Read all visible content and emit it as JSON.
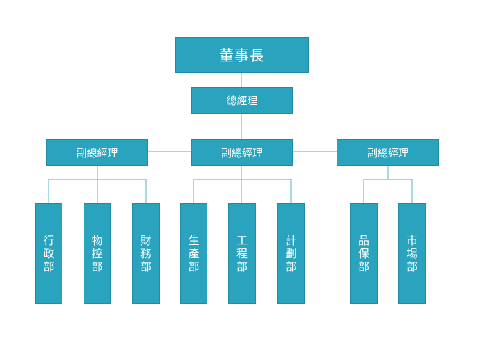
{
  "colors": {
    "box": "#2aa3bf",
    "line": "#6cc0d4",
    "text": "#ffffff"
  },
  "chairman": "董事長",
  "gm": "總經理",
  "vps": [
    "副總經理",
    "副總經理",
    "副總經理"
  ],
  "departments": [
    "行政部",
    "物控部",
    "財務部",
    "生產部",
    "工程部",
    "計劃部",
    "品保部",
    "市場部"
  ]
}
